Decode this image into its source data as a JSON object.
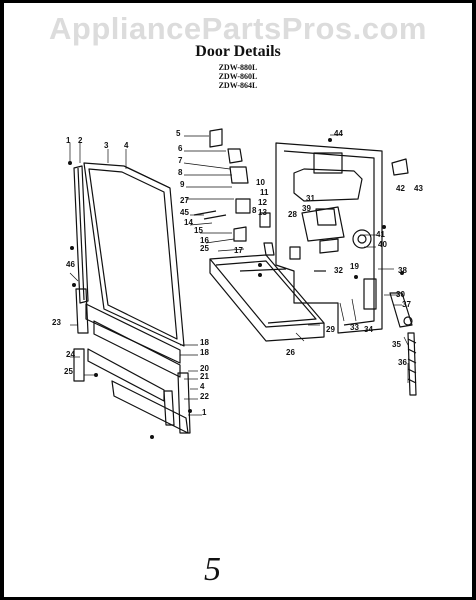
{
  "watermark": "AppliancePartsPros.com",
  "title": "Door Details",
  "models": [
    "ZDW-880L",
    "ZDW-860L",
    "ZDW-864L"
  ],
  "page_number": "5",
  "callouts": [
    "1",
    "2",
    "3",
    "4",
    "5",
    "6",
    "7",
    "8",
    "9",
    "10",
    "11",
    "12",
    "13",
    "14",
    "15",
    "16",
    "17",
    "18",
    "19",
    "20",
    "21",
    "22",
    "23",
    "24",
    "25",
    "26",
    "27",
    "28",
    "29",
    "30",
    "31",
    "32",
    "33",
    "34",
    "35",
    "36",
    "37",
    "38",
    "39",
    "40",
    "41",
    "42",
    "43",
    "44",
    "45",
    "46"
  ]
}
